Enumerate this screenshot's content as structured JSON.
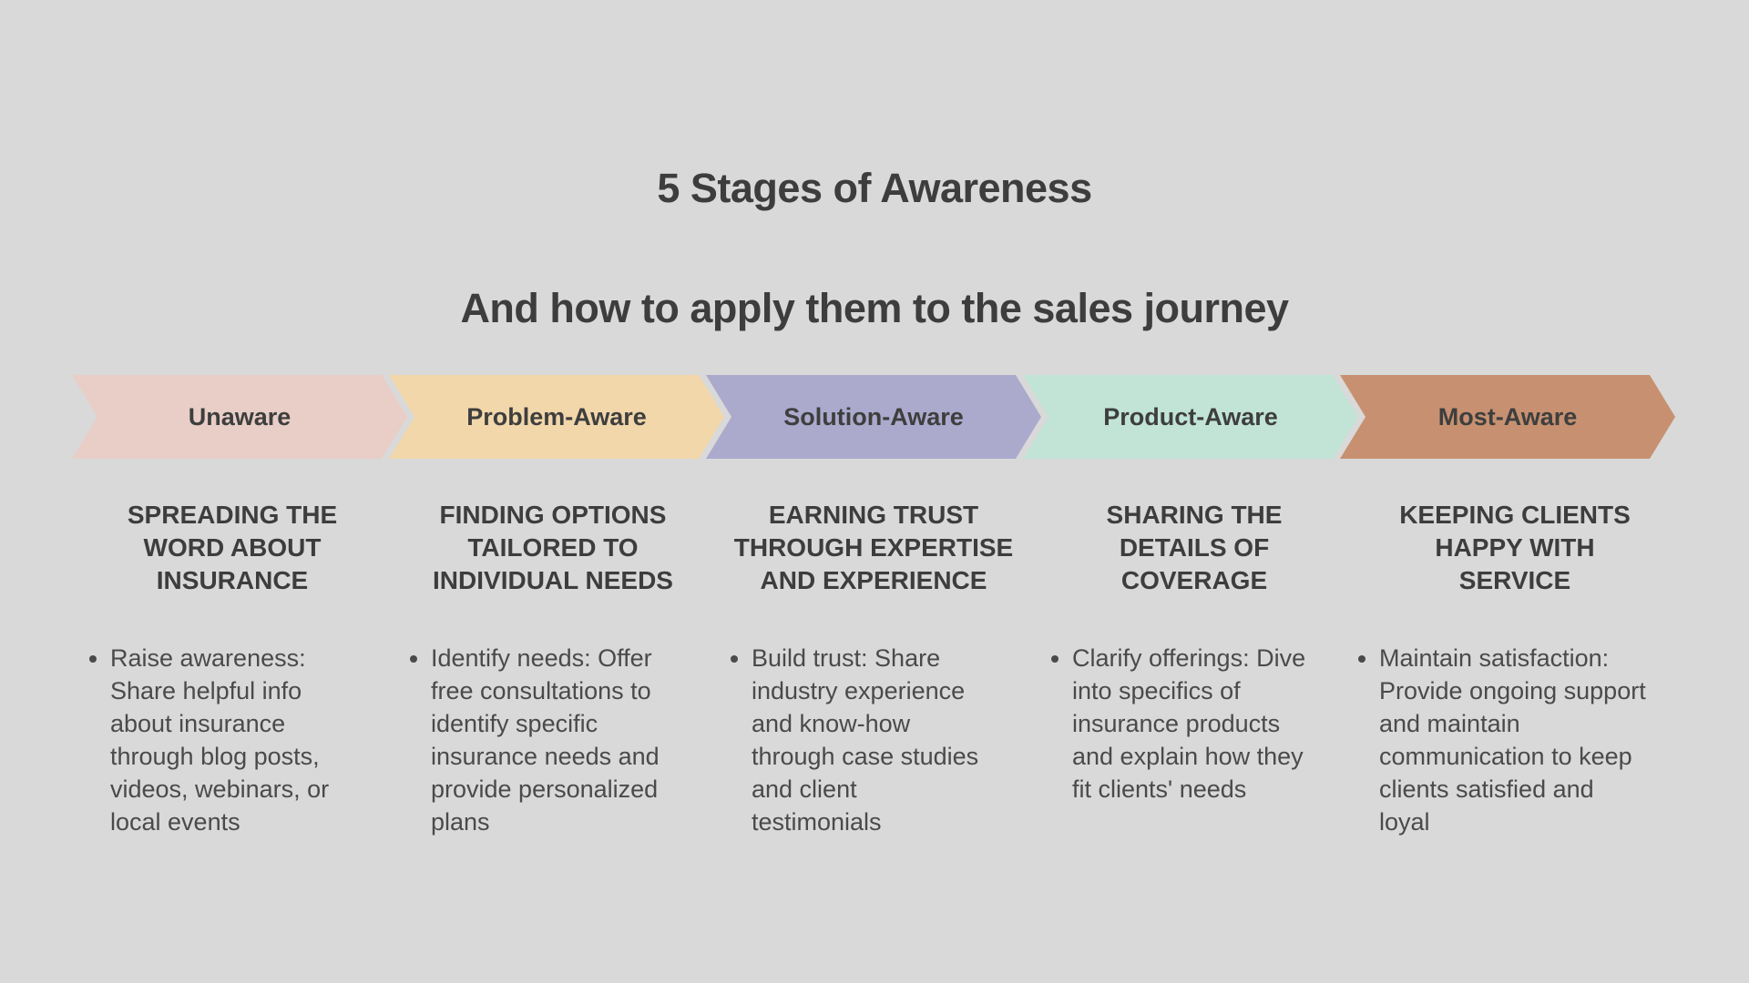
{
  "background_color": "#d9d9d9",
  "text_color": "#3d3d3d",
  "header": {
    "title": "5 Stages of Awareness",
    "subtitle": "And how to apply them to the sales journey"
  },
  "stages": [
    {
      "label": "Unaware",
      "color": "#e8cec6",
      "heading": "SPREADING THE\nWORD ABOUT\nINSURANCE",
      "bullet": "Raise awareness:\nShare helpful info\nabout insurance\nthrough blog posts,\nvideos, webinars, or\nlocal events"
    },
    {
      "label": "Problem-Aware",
      "color": "#f1d7aa",
      "heading": "FINDING OPTIONS\nTAILORED TO\nINDIVIDUAL NEEDS",
      "bullet": "Identify needs: Offer\nfree consultations to\nidentify specific\ninsurance needs and\nprovide personalized\nplans"
    },
    {
      "label": "Solution-Aware",
      "color": "#abaacd",
      "heading": "EARNING TRUST\nTHROUGH EXPERTISE\nAND EXPERIENCE",
      "bullet": "Build trust: Share\nindustry experience\nand know-how\nthrough case studies\nand client\ntestimonials"
    },
    {
      "label": "Product-Aware",
      "color": "#c1e4d7",
      "heading": "SHARING THE\nDETAILS OF\nCOVERAGE",
      "bullet": "Clarify offerings: Dive\ninto specifics of\ninsurance products\nand explain how they\nfit clients' needs"
    },
    {
      "label": "Most-Aware",
      "color": "#c79171",
      "heading": "KEEPING CLIENTS\nHAPPY WITH\nSERVICE",
      "bullet": "Maintain satisfaction:\nProvide ongoing support\nand maintain\ncommunication to keep\nclients satisfied and\nloyal"
    }
  ]
}
